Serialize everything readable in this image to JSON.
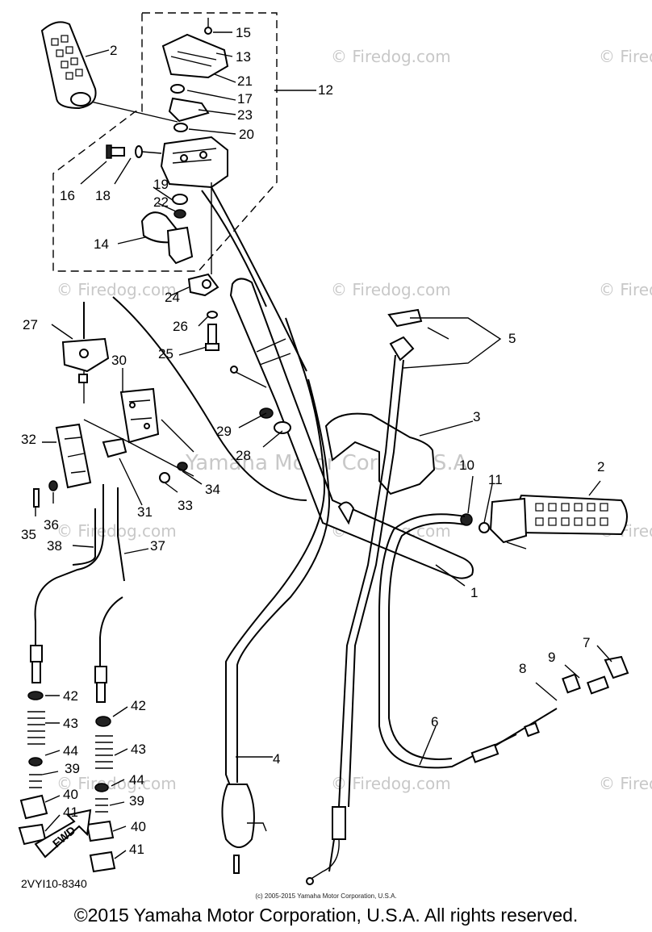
{
  "diagram_code": "2VYI10-8340",
  "small_copyright": "(c) 2005-2015 Yamaha Motor Corporation, U.S.A.",
  "footer_copyright": "©2015 Yamaha Motor Corporation, U.S.A. All rights reserved.",
  "watermark": "© Firedog.com",
  "background_watermark": "Yamaha Motor Corp., U.S.A.",
  "arrow_label": "FWD",
  "callouts": [
    "1",
    "2",
    "2",
    "3",
    "4",
    "5",
    "6",
    "7",
    "8",
    "9",
    "10",
    "11",
    "12",
    "13",
    "14",
    "15",
    "16",
    "17",
    "18",
    "19",
    "20",
    "21",
    "22",
    "23",
    "24",
    "25",
    "26",
    "27",
    "28",
    "29",
    "30",
    "31",
    "32",
    "33",
    "34",
    "35",
    "36",
    "37",
    "38",
    "39",
    "39",
    "40",
    "40",
    "41",
    "41",
    "42",
    "42",
    "43",
    "43",
    "44",
    "44"
  ]
}
